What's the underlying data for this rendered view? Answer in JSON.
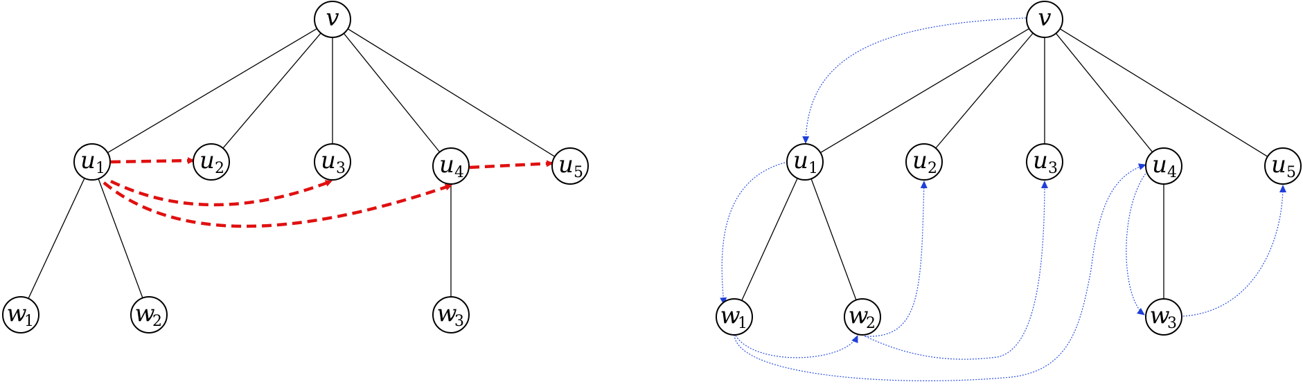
{
  "diagrams": [
    {
      "name": "left-tree",
      "nodes": [
        {
          "id": "v",
          "base": "v",
          "sub": ""
        },
        {
          "id": "u1",
          "base": "u",
          "sub": "1"
        },
        {
          "id": "u2",
          "base": "u",
          "sub": "2"
        },
        {
          "id": "u3",
          "base": "u",
          "sub": "3"
        },
        {
          "id": "u4",
          "base": "u",
          "sub": "4"
        },
        {
          "id": "u5",
          "base": "u",
          "sub": "5"
        },
        {
          "id": "w1",
          "base": "w",
          "sub": "1"
        },
        {
          "id": "w2",
          "base": "w",
          "sub": "2"
        },
        {
          "id": "w3",
          "base": "w",
          "sub": "3"
        }
      ],
      "tree_edges": [
        [
          "v",
          "u1"
        ],
        [
          "v",
          "u2"
        ],
        [
          "v",
          "u3"
        ],
        [
          "v",
          "u4"
        ],
        [
          "v",
          "u5"
        ],
        [
          "u1",
          "w1"
        ],
        [
          "u1",
          "w2"
        ],
        [
          "u4",
          "w3"
        ]
      ],
      "arrows": [
        [
          "u1",
          "u2"
        ],
        [
          "u1",
          "u3"
        ],
        [
          "u1",
          "u4"
        ],
        [
          "u4",
          "u5"
        ]
      ],
      "arrow_color": "#e01010"
    },
    {
      "name": "right-tree",
      "nodes": [
        {
          "id": "v",
          "base": "v",
          "sub": ""
        },
        {
          "id": "u1",
          "base": "u",
          "sub": "1"
        },
        {
          "id": "u2",
          "base": "u",
          "sub": "2"
        },
        {
          "id": "u3",
          "base": "u",
          "sub": "3"
        },
        {
          "id": "u4",
          "base": "u",
          "sub": "4"
        },
        {
          "id": "u5",
          "base": "u",
          "sub": "5"
        },
        {
          "id": "w1",
          "base": "w",
          "sub": "1"
        },
        {
          "id": "w2",
          "base": "w",
          "sub": "2"
        },
        {
          "id": "w3",
          "base": "w",
          "sub": "3"
        }
      ],
      "tree_edges": [
        [
          "v",
          "u1"
        ],
        [
          "v",
          "u2"
        ],
        [
          "v",
          "u3"
        ],
        [
          "v",
          "u4"
        ],
        [
          "v",
          "u5"
        ],
        [
          "u1",
          "w1"
        ],
        [
          "u1",
          "w2"
        ],
        [
          "u4",
          "w3"
        ]
      ],
      "arrows": [
        [
          "v",
          "u1"
        ],
        [
          "u1",
          "w1"
        ],
        [
          "w1",
          "w2"
        ],
        [
          "w2",
          "u2"
        ],
        [
          "w2",
          "u3"
        ],
        [
          "w1",
          "u4"
        ],
        [
          "u4",
          "w3"
        ],
        [
          "w3",
          "u5"
        ]
      ],
      "arrow_color": "#2a4fe0"
    }
  ]
}
